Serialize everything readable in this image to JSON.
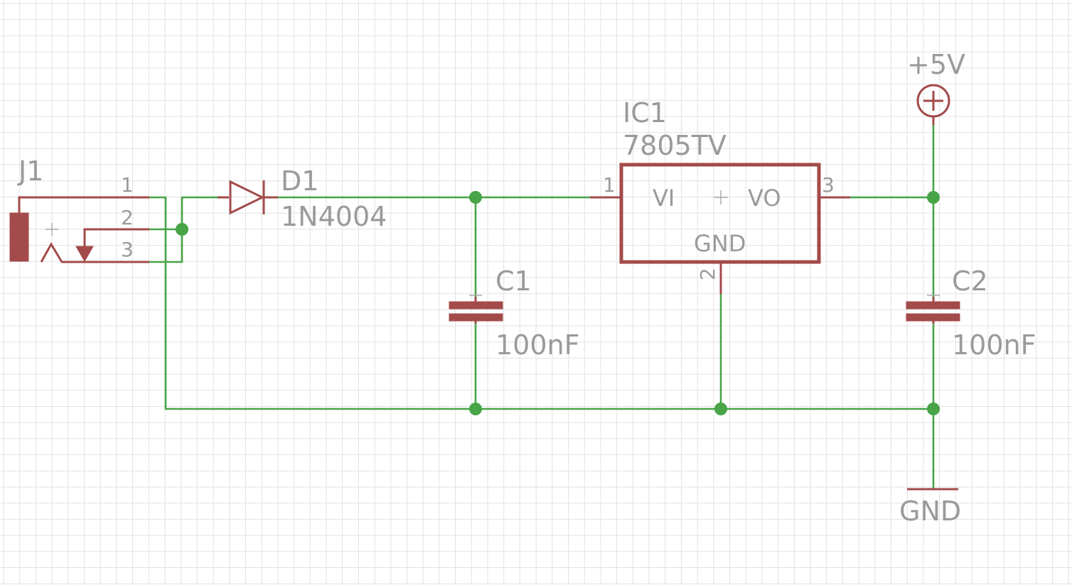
{
  "connector": {
    "name": "J1",
    "pins": [
      "1",
      "2",
      "3"
    ]
  },
  "diode": {
    "name": "D1",
    "value": "1N4004"
  },
  "regulator": {
    "name": "IC1",
    "value": "7805TV",
    "pin_in": "VI",
    "pin_out": "VO",
    "pin_gnd": "GND",
    "pin_numbers": {
      "in": "1",
      "gnd": "2",
      "out": "3"
    }
  },
  "cap1": {
    "name": "C1",
    "value": "100nF"
  },
  "cap2": {
    "name": "C2",
    "value": "100nF"
  },
  "supply": {
    "label": "+5V"
  },
  "ground": {
    "label": "GND"
  },
  "colors": {
    "wire": "#47a447",
    "part": "#a34a4a",
    "text": "#9a9a9a",
    "grid": "#e2e2e2"
  }
}
